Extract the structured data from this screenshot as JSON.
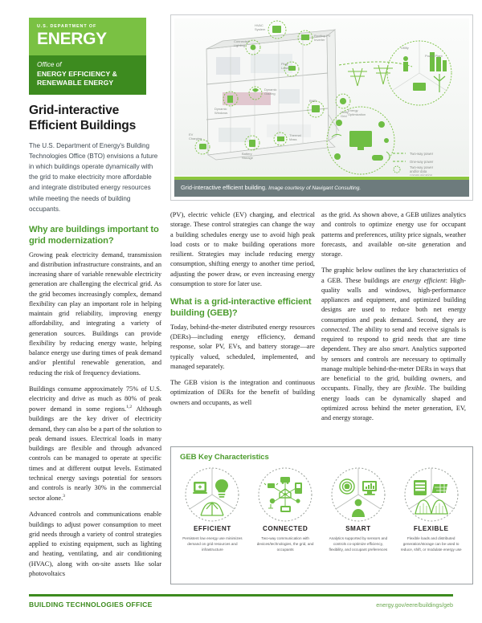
{
  "logo": {
    "department": "U.S. DEPARTMENT OF",
    "agency": "ENERGY",
    "office_prefix": "Office of",
    "office_line1": "ENERGY EFFICIENCY &",
    "office_line2": "RENEWABLE ENERGY",
    "colors": {
      "bright_green": "#7ac143",
      "dark_green": "#3d8b1f"
    }
  },
  "title": "Grid-interactive Efficient Buildings",
  "intro": "The U.S. Department of Energy's Building Technologies Office (BTO) envisions a future in which buildings operate dynamically with the grid to make electricity more affordable and integrate distributed energy resources while meeting the needs of building occupants.",
  "sections": {
    "why_heading": "Why are buildings important to grid modernization?",
    "why_p1": "Growing peak electricity demand, transmission and distribution infrastructure constraints, and an increasing share of variable renewable electricity generation are challenging the electrical grid. As the grid becomes increasingly complex, demand flexibility can play an important role in helping maintain grid reliability, improving energy affordability, and integrating a variety of generation sources. Buildings can provide flexibility by reducing energy waste, helping balance energy use during times of peak demand and/or plentiful renewable generation, and reducing the risk of frequency deviations.",
    "why_p2a": "Buildings consume approximately 75% of U.S. electricity and drive as much as 80% of peak power demand in some regions.",
    "why_p2_sup1": "1,2",
    "why_p2b": " Although buildings are the key driver of electricity demand, they can also be a part of the solution to peak demand issues. Electrical loads in many buildings are flexible and through advanced controls can be managed to operate at specific times and at different output levels. Estimated technical energy savings potential for sensors and controls is nearly 30% in the commercial sector alone.",
    "why_p2_sup2": "3",
    "why_p3": "Advanced controls and communications enable buildings to adjust power consumption to meet grid needs through a variety of control strategies applied to existing equipment, such as lighting and heating, ventilating, and air conditioning (HVAC), along with on-site assets like solar photovoltaics",
    "mid_p1": "(PV), electric vehicle (EV) charging, and electrical storage. These control strategies can change the way a building schedules energy use to avoid high peak load costs or to make building operations more resilient. Strategies may include reducing energy consumption, shifting energy to another time period, adjusting the power draw, or even increasing energy consumption to store for later use.",
    "geb_heading": "What is a grid-interactive efficient building (GEB)?",
    "geb_p1": "Today, behind-the-meter distributed energy resources (DERs)—including energy efficiency, demand response, solar PV, EVs, and battery storage—are typically valued, scheduled, implemented, and managed separately.",
    "geb_p2": "The GEB vision is the integration and continuous optimization of DERs for the benefit of building owners and occupants, as well",
    "right_p1": "as the grid. As shown above, a GEB utilizes analytics and controls to optimize energy use for occupant patterns and preferences, utility price signals, weather forecasts, and available on-site generation and storage.",
    "right_p2_a": "The graphic below outlines the key characteristics of a GEB. These buildings are ",
    "right_p2_em1": "energy efficient",
    "right_p2_b": ": High-quality walls and windows, high-performance appliances and equipment, and optimized building designs are used to reduce both net energy consumption and peak demand. Second, they are ",
    "right_p2_em2": "connected",
    "right_p2_c": ". The ability to send and receive signals is required to respond to grid needs that are time dependent. They are also ",
    "right_p2_em3": "smart",
    "right_p2_d": ". Analytics supported by sensors and controls are necessary to optimally manage multiple behind-the-meter DERs in ways that are beneficial to the grid, building owners, and occupants. Finally, they are ",
    "right_p2_em4": "flexible",
    "right_p2_e": ". The building energy loads can be dynamically shaped and optimized across behind the meter generation, EV, and energy storage."
  },
  "figure": {
    "caption_main": "Grid-interactive efficient building.",
    "caption_credit": "Image courtesy of Navigant Consulting.",
    "labels": {
      "hvac": "HVAC System",
      "connected_lighting": "Connected Lighting",
      "rooftop_pv": "Rooftop PV Inverter",
      "plug_loads": "Plug Loads",
      "dynamic_windows": "Dynamic Windows",
      "dynamic_glazing": "Dynamic Glazing",
      "ev_charging": "EV Charging",
      "battery_storage": "Battery Storage",
      "thermal_mass": "Thermal Mass",
      "bms": "BMS",
      "utility_grid": "Utility Grid",
      "utility": "Utility",
      "power_plant": "Power Plant",
      "energy_optimization": "Energy Optimization"
    },
    "legend": [
      "Two-way power",
      "One-way power",
      "Two-way power and/or data communication"
    ]
  },
  "geb_box": {
    "title": "GEB Key Characteristics",
    "items": [
      {
        "label": "EFFICIENT",
        "icon": "efficient-icon",
        "desc": "Persistent low energy use minimizes demand on grid resources and infrastructure"
      },
      {
        "label": "CONNECTED",
        "icon": "connected-icon",
        "desc": "Two-way communication with devices/technologies, the grid, and occupants"
      },
      {
        "label": "SMART",
        "icon": "smart-icon",
        "desc": "Analytics supported by sensors and controls co-optimize efficiency, flexibility, and occupant preferences"
      },
      {
        "label": "FLEXIBLE",
        "icon": "flexible-icon",
        "desc": "Flexible loads and distributed generation/storage can be used to reduce, shift, or modulate energy use"
      }
    ],
    "accent_color": "#4c9c2e",
    "icon_color": "#6fbe44"
  },
  "footer": {
    "office": "BUILDING TECHNOLOGIES OFFICE",
    "url": "energy.gov/eere/buildings/geb"
  }
}
